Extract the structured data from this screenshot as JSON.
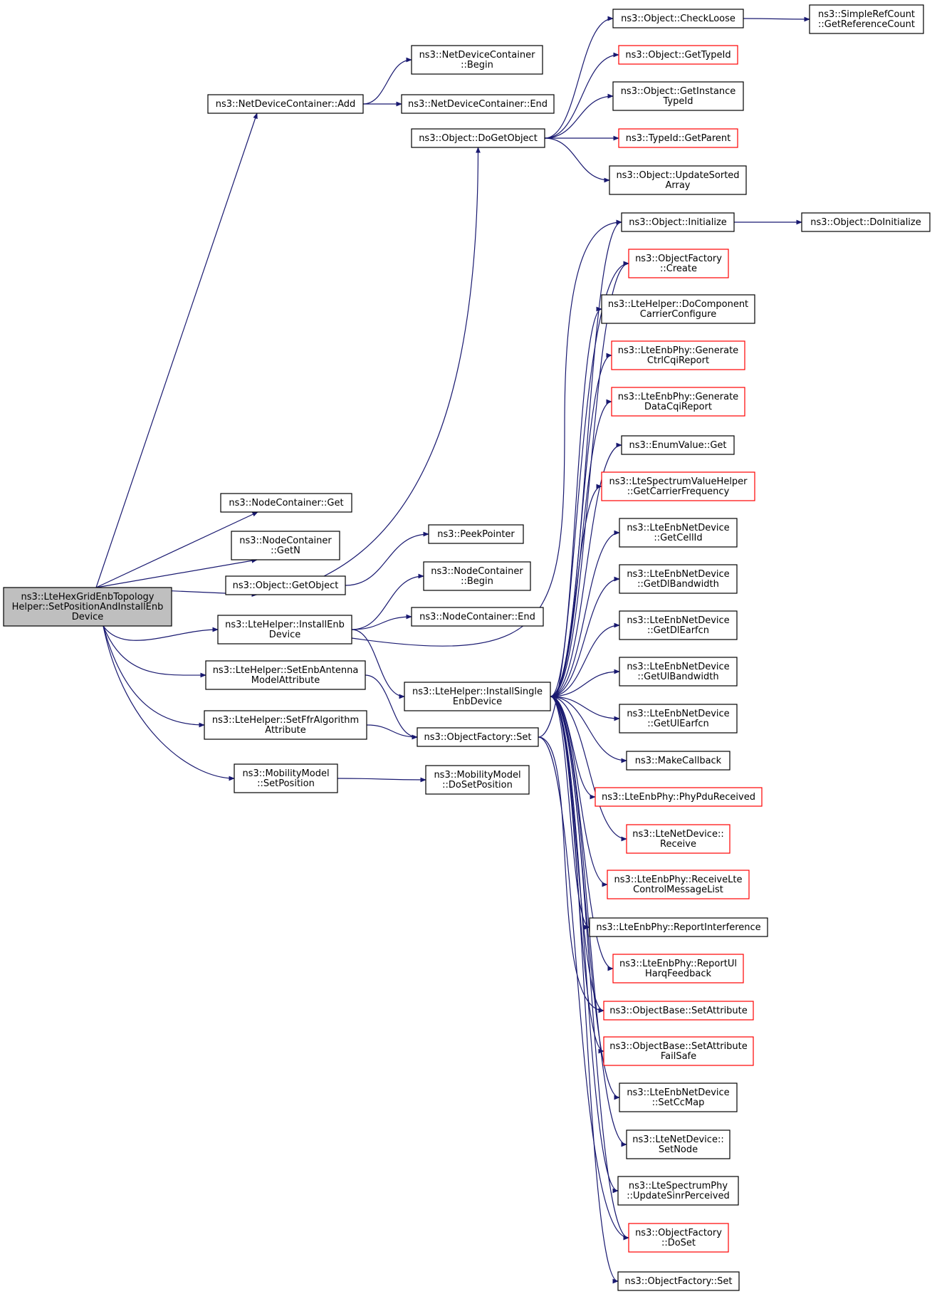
{
  "colors": {
    "edge": "#191970",
    "box_border": "#000000",
    "box_border_red": "#ff0000",
    "root_fill": "#bfbfbf",
    "box_fill": "#ffffff",
    "text": "#000000"
  },
  "nodes": [
    {
      "id": "root",
      "lines": [
        "ns3::LteHexGridEnbTopology",
        "Helper::SetPositionAndInstallEnb",
        "Device"
      ],
      "style": "root"
    },
    {
      "id": "ndc_add",
      "lines": [
        "ns3::NetDeviceContainer::Add"
      ],
      "style": "normal"
    },
    {
      "id": "ndc_begin",
      "lines": [
        "ns3::NetDeviceContainer",
        "::Begin"
      ],
      "style": "normal"
    },
    {
      "id": "ndc_end",
      "lines": [
        "ns3::NetDeviceContainer::End"
      ],
      "style": "normal"
    },
    {
      "id": "nc_get",
      "lines": [
        "ns3::NodeContainer::Get"
      ],
      "style": "normal"
    },
    {
      "id": "nc_getn",
      "lines": [
        "ns3::NodeContainer",
        "::GetN"
      ],
      "style": "normal"
    },
    {
      "id": "obj_getobject",
      "lines": [
        "ns3::Object::GetObject"
      ],
      "style": "normal"
    },
    {
      "id": "lte_installenb",
      "lines": [
        "ns3::LteHelper::InstallEnb",
        "Device"
      ],
      "style": "normal"
    },
    {
      "id": "lte_setantenna",
      "lines": [
        "ns3::LteHelper::SetEnbAntenna",
        "ModelAttribute"
      ],
      "style": "normal"
    },
    {
      "id": "lte_setffr",
      "lines": [
        "ns3::LteHelper::SetFfrAlgorithm",
        "Attribute"
      ],
      "style": "normal"
    },
    {
      "id": "mm_setpos",
      "lines": [
        "ns3::MobilityModel",
        "::SetPosition"
      ],
      "style": "normal"
    },
    {
      "id": "obj_dogetobject",
      "lines": [
        "ns3::Object::DoGetObject"
      ],
      "style": "normal"
    },
    {
      "id": "peekpointer",
      "lines": [
        "ns3::PeekPointer"
      ],
      "style": "normal"
    },
    {
      "id": "nc_begin",
      "lines": [
        "ns3::NodeContainer",
        "::Begin"
      ],
      "style": "normal"
    },
    {
      "id": "nc_end",
      "lines": [
        "ns3::NodeContainer::End"
      ],
      "style": "normal"
    },
    {
      "id": "lte_installsingle",
      "lines": [
        "ns3::LteHelper::InstallSingle",
        "EnbDevice"
      ],
      "style": "normal"
    },
    {
      "id": "of_set_mid",
      "lines": [
        "ns3::ObjectFactory::Set"
      ],
      "style": "normal"
    },
    {
      "id": "mm_dosetpos",
      "lines": [
        "ns3::MobilityModel",
        "::DoSetPosition"
      ],
      "style": "normal"
    },
    {
      "id": "obj_checkloose",
      "lines": [
        "ns3::Object::CheckLoose"
      ],
      "style": "normal"
    },
    {
      "id": "obj_gettypeid",
      "lines": [
        "ns3::Object::GetTypeId"
      ],
      "style": "red"
    },
    {
      "id": "obj_getinstancetypeid",
      "lines": [
        "ns3::Object::GetInstance",
        "TypeId"
      ],
      "style": "normal"
    },
    {
      "id": "typeid_getparent",
      "lines": [
        "ns3::TypeId::GetParent"
      ],
      "style": "red"
    },
    {
      "id": "obj_updatesorted",
      "lines": [
        "ns3::Object::UpdateSorted",
        "Array"
      ],
      "style": "normal"
    },
    {
      "id": "simplerefcount",
      "lines": [
        "ns3::SimpleRefCount",
        "::GetReferenceCount"
      ],
      "style": "normal"
    },
    {
      "id": "obj_initialize",
      "lines": [
        "ns3::Object::Initialize"
      ],
      "style": "normal"
    },
    {
      "id": "obj_doinitialize",
      "lines": [
        "ns3::Object::DoInitialize"
      ],
      "style": "normal"
    },
    {
      "id": "of_create",
      "lines": [
        "ns3::ObjectFactory",
        "::Create"
      ],
      "style": "red"
    },
    {
      "id": "lte_docomponent",
      "lines": [
        "ns3::LteHelper::DoComponent",
        "CarrierConfigure"
      ],
      "style": "normal"
    },
    {
      "id": "enbphy_genctrl",
      "lines": [
        "ns3::LteEnbPhy::Generate",
        "CtrlCqiReport"
      ],
      "style": "red"
    },
    {
      "id": "enbphy_gendata",
      "lines": [
        "ns3::LteEnbPhy::Generate",
        "DataCqiReport"
      ],
      "style": "red"
    },
    {
      "id": "enumvalue_get",
      "lines": [
        "ns3::EnumValue::Get"
      ],
      "style": "normal"
    },
    {
      "id": "spectrum_getcarrier",
      "lines": [
        "ns3::LteSpectrumValueHelper",
        "::GetCarrierFrequency"
      ],
      "style": "red"
    },
    {
      "id": "enbnd_getcellid",
      "lines": [
        "ns3::LteEnbNetDevice",
        "::GetCellId"
      ],
      "style": "normal"
    },
    {
      "id": "enbnd_getdlbw",
      "lines": [
        "ns3::LteEnbNetDevice",
        "::GetDlBandwidth"
      ],
      "style": "normal"
    },
    {
      "id": "enbnd_getdlearfcn",
      "lines": [
        "ns3::LteEnbNetDevice",
        "::GetDlEarfcn"
      ],
      "style": "normal"
    },
    {
      "id": "enbnd_getulbw",
      "lines": [
        "ns3::LteEnbNetDevice",
        "::GetUlBandwidth"
      ],
      "style": "normal"
    },
    {
      "id": "enbnd_getulearfcn",
      "lines": [
        "ns3::LteEnbNetDevice",
        "::GetUlEarfcn"
      ],
      "style": "normal"
    },
    {
      "id": "makecallback",
      "lines": [
        "ns3::MakeCallback"
      ],
      "style": "normal"
    },
    {
      "id": "enbphy_phypdu",
      "lines": [
        "ns3::LteEnbPhy::PhyPduReceived"
      ],
      "style": "red"
    },
    {
      "id": "ltend_receive",
      "lines": [
        "ns3::LteNetDevice::",
        "Receive"
      ],
      "style": "red"
    },
    {
      "id": "enbphy_receivelte",
      "lines": [
        "ns3::LteEnbPhy::ReceiveLte",
        "ControlMessageList"
      ],
      "style": "red"
    },
    {
      "id": "enbphy_reportinterf",
      "lines": [
        "ns3::LteEnbPhy::ReportInterference"
      ],
      "style": "normal"
    },
    {
      "id": "enbphy_reportul",
      "lines": [
        "ns3::LteEnbPhy::ReportUl",
        "HarqFeedback"
      ],
      "style": "red"
    },
    {
      "id": "objbase_setattr",
      "lines": [
        "ns3::ObjectBase::SetAttribute"
      ],
      "style": "red"
    },
    {
      "id": "objbase_setattrfs",
      "lines": [
        "ns3::ObjectBase::SetAttribute",
        "FailSafe"
      ],
      "style": "red"
    },
    {
      "id": "enbnd_setccmap",
      "lines": [
        "ns3::LteEnbNetDevice",
        "::SetCcMap"
      ],
      "style": "normal"
    },
    {
      "id": "ltend_setnode",
      "lines": [
        "ns3::LteNetDevice::",
        "SetNode"
      ],
      "style": "normal"
    },
    {
      "id": "spectrumphy_update",
      "lines": [
        "ns3::LteSpectrumPhy",
        "::UpdateSinrPerceived"
      ],
      "style": "normal"
    },
    {
      "id": "of_doset",
      "lines": [
        "ns3::ObjectFactory",
        "::DoSet"
      ],
      "style": "red"
    },
    {
      "id": "of_set_right",
      "lines": [
        "ns3::ObjectFactory::Set"
      ],
      "style": "normal"
    }
  ],
  "edges": [
    [
      "root",
      "ndc_add"
    ],
    [
      "root",
      "nc_get"
    ],
    [
      "root",
      "nc_getn"
    ],
    [
      "root",
      "obj_getobject"
    ],
    [
      "root",
      "lte_installenb"
    ],
    [
      "root",
      "lte_setantenna"
    ],
    [
      "root",
      "lte_setffr"
    ],
    [
      "root",
      "mm_setpos"
    ],
    [
      "ndc_add",
      "ndc_begin"
    ],
    [
      "ndc_add",
      "ndc_end"
    ],
    [
      "obj_getobject",
      "obj_dogetobject"
    ],
    [
      "obj_getobject",
      "peekpointer"
    ],
    [
      "lte_installenb",
      "nc_begin"
    ],
    [
      "lte_installenb",
      "nc_end"
    ],
    [
      "lte_installenb",
      "lte_installsingle"
    ],
    [
      "lte_installenb",
      "obj_initialize"
    ],
    [
      "lte_setantenna",
      "of_set_mid"
    ],
    [
      "lte_setffr",
      "of_set_mid"
    ],
    [
      "mm_setpos",
      "mm_dosetpos"
    ],
    [
      "obj_dogetobject",
      "obj_checkloose"
    ],
    [
      "obj_dogetobject",
      "obj_gettypeid"
    ],
    [
      "obj_dogetobject",
      "obj_getinstancetypeid"
    ],
    [
      "obj_dogetobject",
      "typeid_getparent"
    ],
    [
      "obj_dogetobject",
      "obj_updatesorted"
    ],
    [
      "obj_checkloose",
      "simplerefcount"
    ],
    [
      "obj_initialize",
      "obj_doinitialize"
    ],
    [
      "lte_installsingle",
      "obj_initialize"
    ],
    [
      "lte_installsingle",
      "of_create"
    ],
    [
      "lte_installsingle",
      "lte_docomponent"
    ],
    [
      "lte_installsingle",
      "enbphy_genctrl"
    ],
    [
      "lte_installsingle",
      "enbphy_gendata"
    ],
    [
      "lte_installsingle",
      "enumvalue_get"
    ],
    [
      "lte_installsingle",
      "spectrum_getcarrier"
    ],
    [
      "lte_installsingle",
      "enbnd_getcellid"
    ],
    [
      "lte_installsingle",
      "enbnd_getdlbw"
    ],
    [
      "lte_installsingle",
      "enbnd_getdlearfcn"
    ],
    [
      "lte_installsingle",
      "enbnd_getulbw"
    ],
    [
      "lte_installsingle",
      "enbnd_getulearfcn"
    ],
    [
      "lte_installsingle",
      "makecallback"
    ],
    [
      "lte_installsingle",
      "enbphy_phypdu"
    ],
    [
      "lte_installsingle",
      "ltend_receive"
    ],
    [
      "lte_installsingle",
      "enbphy_receivelte"
    ],
    [
      "lte_installsingle",
      "enbphy_reportinterf"
    ],
    [
      "lte_installsingle",
      "enbphy_reportul"
    ],
    [
      "lte_installsingle",
      "objbase_setattr"
    ],
    [
      "lte_installsingle",
      "objbase_setattrfs"
    ],
    [
      "lte_installsingle",
      "enbnd_setccmap"
    ],
    [
      "lte_installsingle",
      "ltend_setnode"
    ],
    [
      "lte_installsingle",
      "spectrumphy_update"
    ],
    [
      "lte_installsingle",
      "of_doset"
    ],
    [
      "lte_installsingle",
      "of_set_right"
    ],
    [
      "of_set_mid",
      "of_doset"
    ],
    [
      "of_set_mid",
      "objbase_setattr"
    ],
    [
      "of_set_mid",
      "of_create"
    ]
  ]
}
